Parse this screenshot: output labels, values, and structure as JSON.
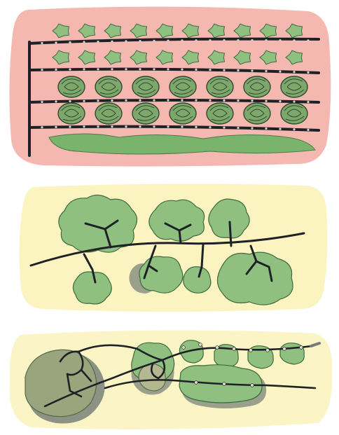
{
  "figure": {
    "panels": [
      {
        "name": "row-crop-drip-grid",
        "background": "#f4b8b0"
      },
      {
        "name": "shrub-drip-branching",
        "background": "#fbf4c0"
      },
      {
        "name": "garden-bed-drip-line",
        "background": "#fbf4c4"
      }
    ],
    "colors": {
      "pipe": "#1e2226",
      "leaf_light": "#8fc080",
      "leaf_mid": "#6f9f68",
      "leaf_dark": "#3f6a42",
      "cabbage_fill": "#7ea76c",
      "hedge": "#7ab36c",
      "shadow_grey": "#9aa08c"
    }
  }
}
